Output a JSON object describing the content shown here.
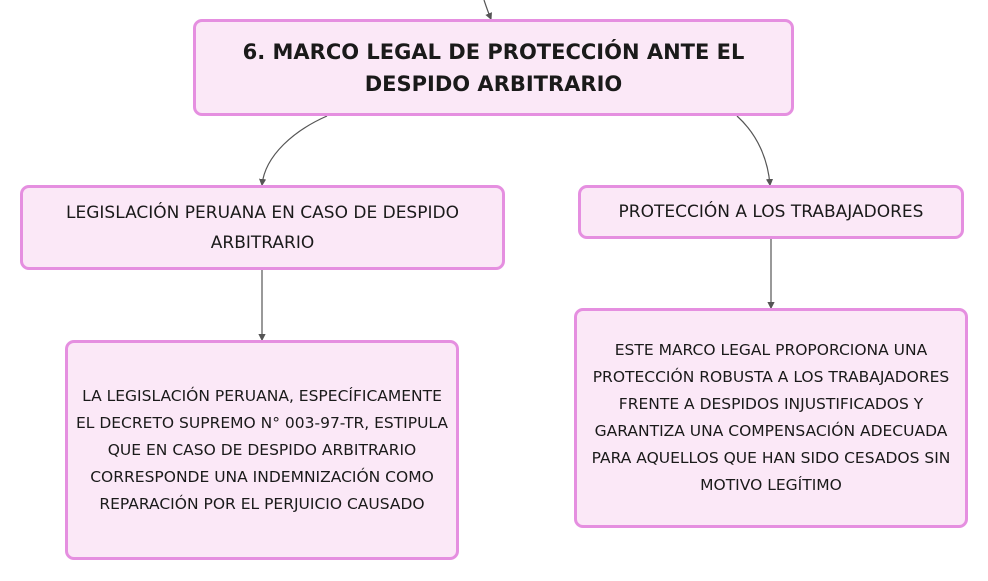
{
  "diagram": {
    "root": {
      "label": "6. MARCO LEGAL DE PROTECCIÓN ANTE EL DESPIDO ARBITRARIO"
    },
    "branches": [
      {
        "label": "LEGISLACIÓN PERUANA EN CASO DE DESPIDO ARBITRARIO",
        "detail": "LA LEGISLACIÓN PERUANA, ESPECÍFICAMENTE EL DECRETO SUPREMO N° 003-97-TR, ESTIPULA QUE EN CASO DE DESPIDO ARBITRARIO CORRESPONDE UNA INDEMNIZACIÓN COMO REPARACIÓN POR EL PERJUICIO CAUSADO"
      },
      {
        "label": "PROTECCIÓN A LOS TRABAJADORES",
        "detail": "ESTE MARCO LEGAL PROPORCIONA UNA PROTECCIÓN ROBUSTA A LOS TRABAJADORES FRENTE A DESPIDOS INJUSTIFICADOS Y GARANTIZA UNA COMPENSACIÓN ADECUADA PARA AQUELLOS QUE HAN SIDO CESADOS SIN MOTIVO LEGÍTIMO"
      }
    ]
  },
  "colors": {
    "node_fill": "#fbe8f7",
    "node_border": "#e58fe0",
    "connector": "#555555"
  }
}
